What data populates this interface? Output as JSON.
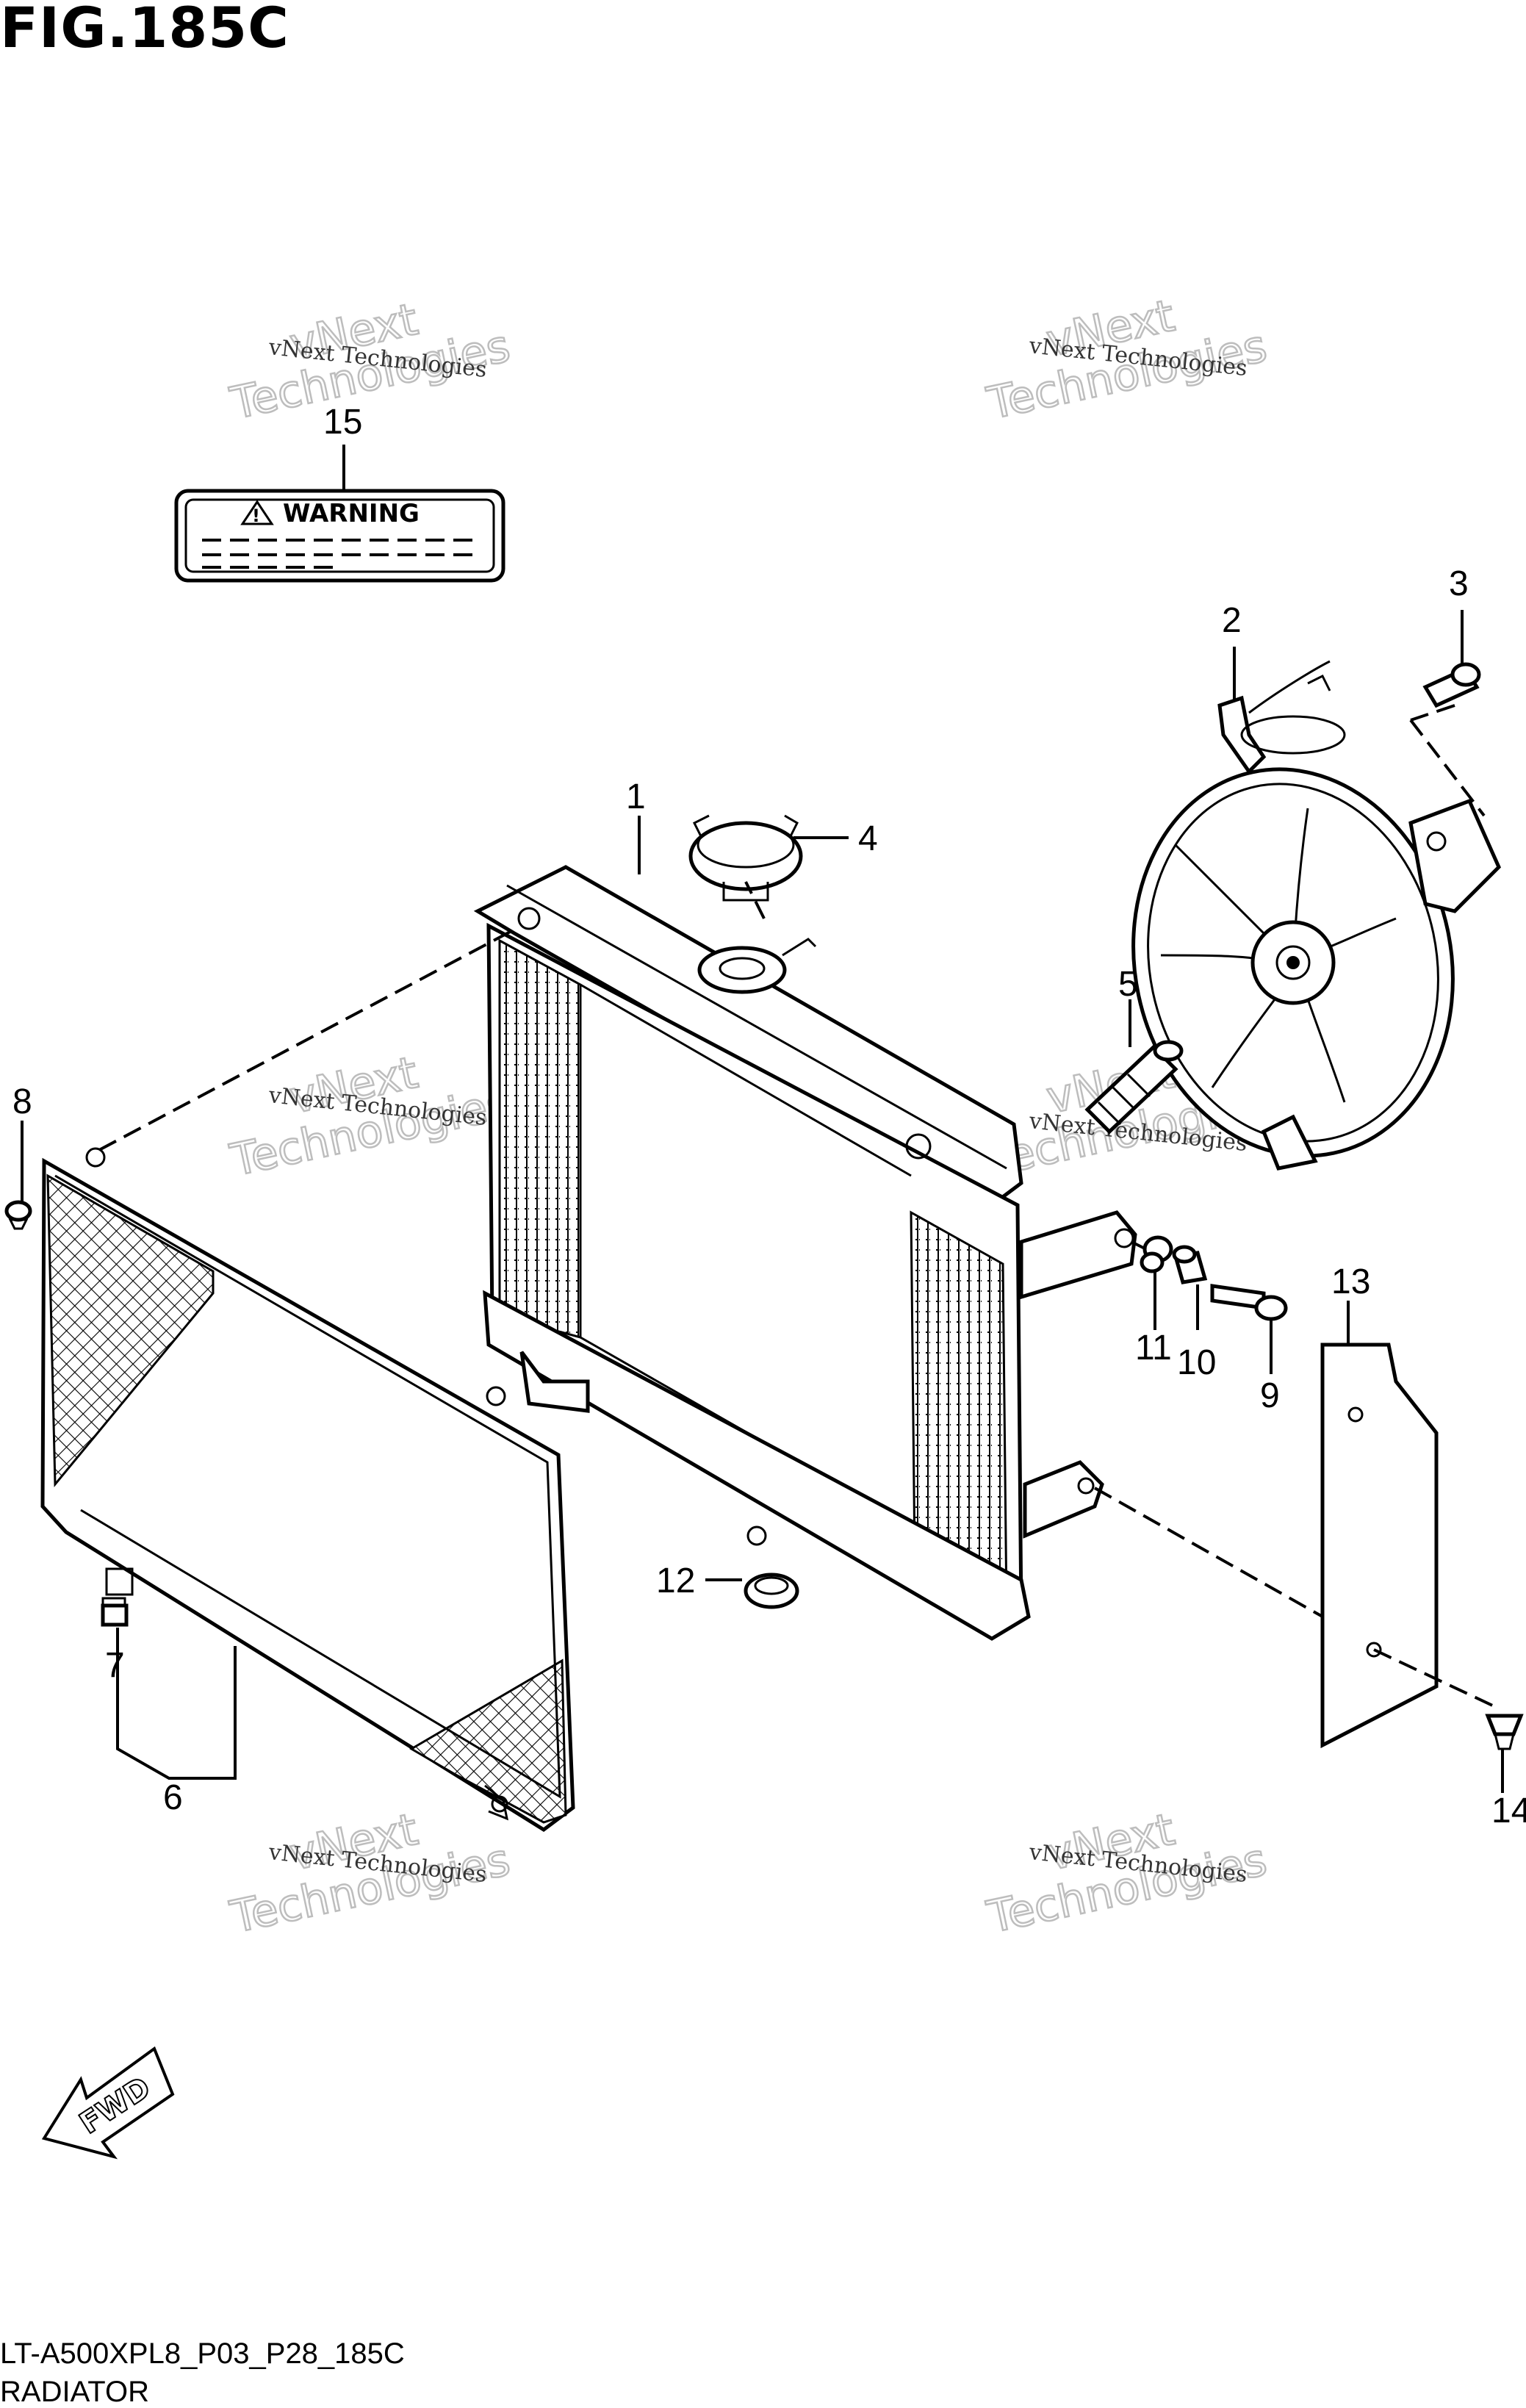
{
  "figure": {
    "title": "FIG.185C",
    "code": "LT-A500XPL8_P03_P28_185C",
    "name": "RADIATOR"
  },
  "watermark": {
    "line1": "vNext Technologies",
    "line2": "vNext",
    "line3": "Technologies"
  },
  "label": {
    "heading": "WARNING"
  },
  "fwd_arrow": "FWD",
  "callouts": [
    "1",
    "2",
    "3",
    "4",
    "5",
    "6",
    "7",
    "8",
    "9",
    "10",
    "11",
    "12",
    "13",
    "14",
    "15"
  ]
}
